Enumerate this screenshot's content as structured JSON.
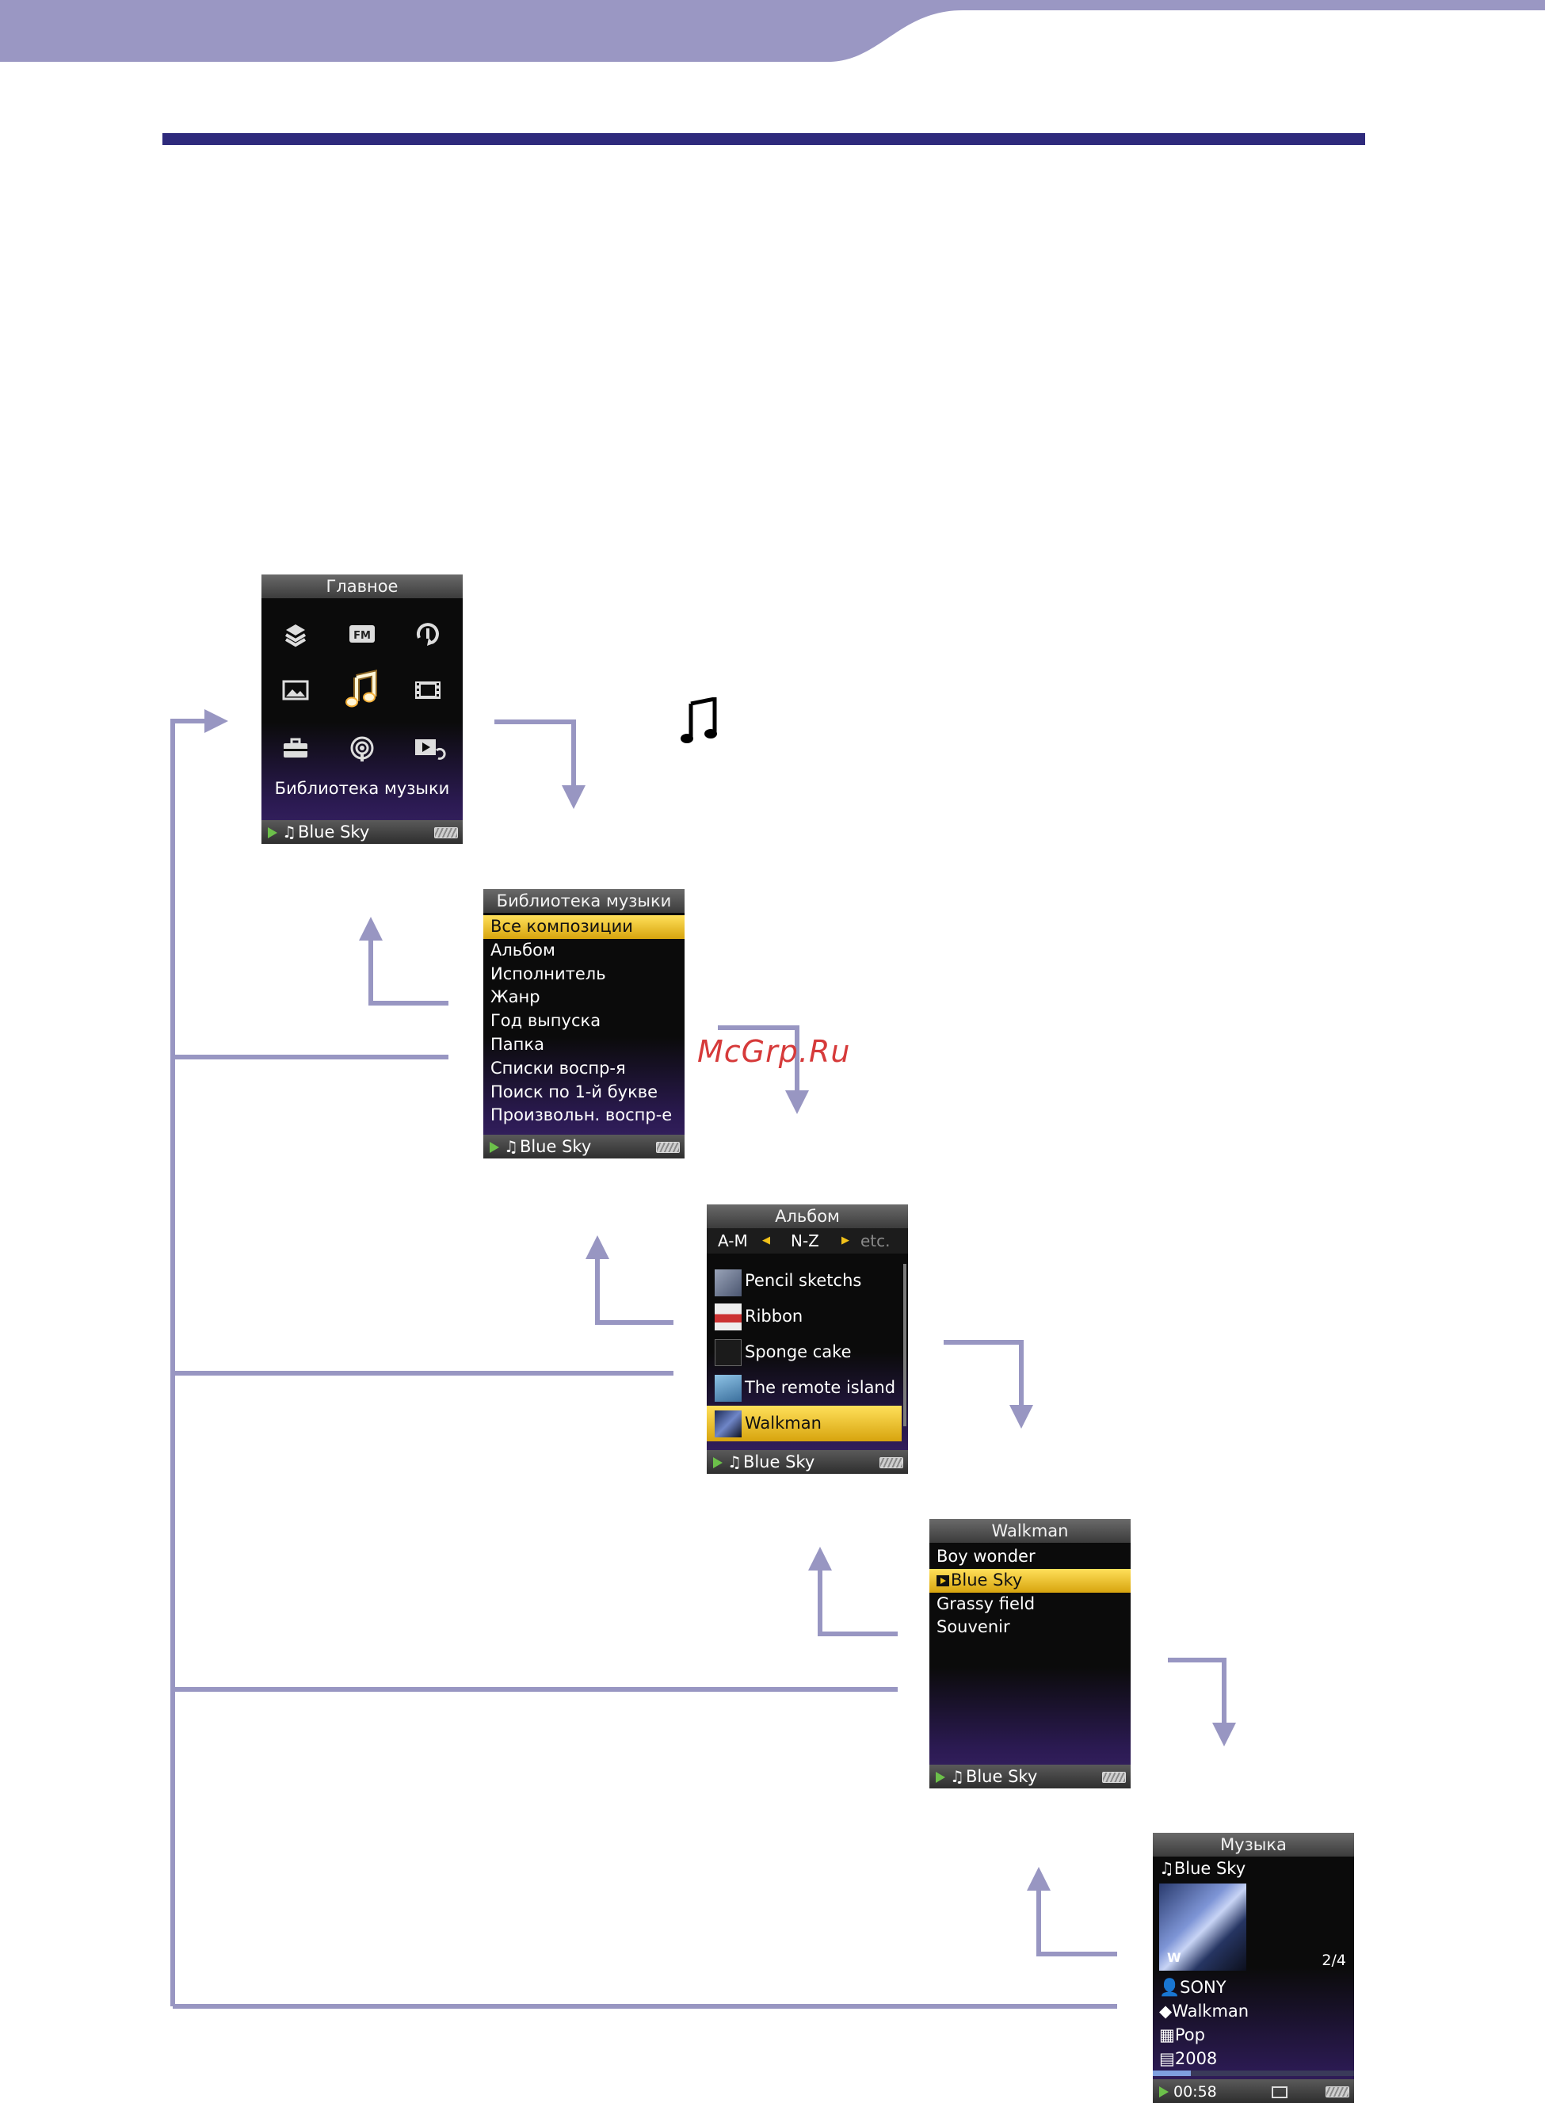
{
  "screens": {
    "home": {
      "title": "Главное",
      "caption": "Библиотека музыки",
      "now_playing": "Blue Sky",
      "icons": [
        "wireless-icon",
        "fm-radio-icon",
        "intelligent-shuffle-icon",
        "photo-icon",
        "music-library-icon",
        "video-icon",
        "settings-icon",
        "podcast-icon",
        "now-playing-icon"
      ],
      "fm_label": "FM"
    },
    "library": {
      "title": "Библиотека музыки",
      "items": [
        "Все композиции",
        "Альбом",
        "Исполнитель",
        "Жанр",
        "Год выпуска",
        "Папка",
        "Списки воспр-я",
        "Поиск по 1-й букве",
        "Произвольн. воспр-е"
      ],
      "selected_index": 0,
      "now_playing": "Blue Sky"
    },
    "album": {
      "title": "Альбом",
      "tabs": [
        "A-M",
        "N-Z",
        "etc."
      ],
      "items": [
        "Pencil sketchs",
        "Ribbon",
        "Sponge cake",
        "The remote island",
        "Walkman"
      ],
      "selected_index": 4,
      "now_playing": "Blue Sky"
    },
    "walkman": {
      "title": "Walkman",
      "items": [
        "Boy wonder",
        "Blue Sky",
        "Grassy field",
        "Souvenir"
      ],
      "selected_index": 1,
      "now_playing": "Blue Sky"
    },
    "music": {
      "title": "Музыка",
      "track": "Blue Sky",
      "counter": "2/4",
      "artist": "SONY",
      "album": "Walkman",
      "genre": "Pop",
      "year": "2008",
      "elapsed": "00:58"
    }
  },
  "watermark": "McGrp.Ru",
  "colors": {
    "header_band": "#9a97c3",
    "rule": "#2e2a7c",
    "flow_lines": "#9896c2",
    "selection": "#f2c21a",
    "play_green": "#6cc04a"
  }
}
